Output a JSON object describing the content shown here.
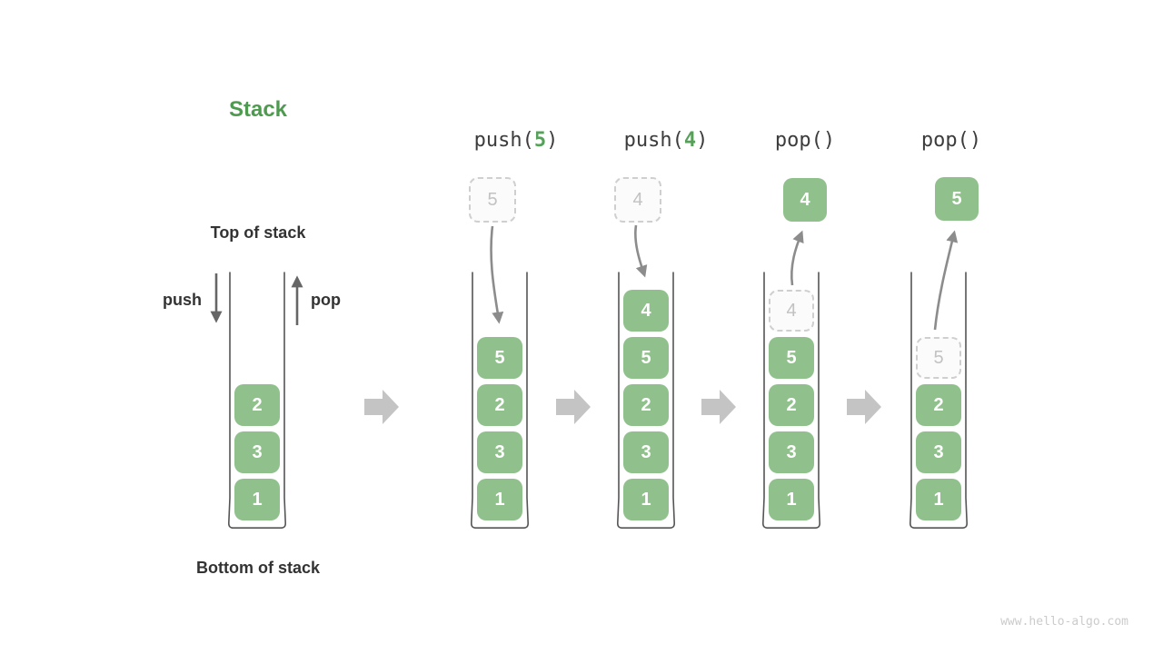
{
  "title": "Stack",
  "labels": {
    "top": "Top of stack",
    "bottom": "Bottom of stack",
    "push": "push",
    "pop": "pop"
  },
  "operations": [
    {
      "prefix": "push(",
      "arg": "5",
      "suffix": ")"
    },
    {
      "prefix": "push(",
      "arg": "4",
      "suffix": ")"
    },
    {
      "prefix": "pop(",
      "arg": "",
      "suffix": ")"
    },
    {
      "prefix": "pop(",
      "arg": "",
      "suffix": ")"
    }
  ],
  "stacks": [
    {
      "blocks": [
        {
          "value": "2"
        },
        {
          "value": "3"
        },
        {
          "value": "1"
        }
      ]
    },
    {
      "incoming": {
        "value": "5"
      },
      "blocks": [
        {
          "value": "5"
        },
        {
          "value": "2"
        },
        {
          "value": "3"
        },
        {
          "value": "1"
        }
      ]
    },
    {
      "incoming": {
        "value": "4"
      },
      "blocks": [
        {
          "value": "4"
        },
        {
          "value": "5"
        },
        {
          "value": "2"
        },
        {
          "value": "3"
        },
        {
          "value": "1"
        }
      ]
    },
    {
      "outgoing": {
        "value": "4"
      },
      "blocks": [
        {
          "value": "4",
          "ghost": true
        },
        {
          "value": "5"
        },
        {
          "value": "2"
        },
        {
          "value": "3"
        },
        {
          "value": "1"
        }
      ]
    },
    {
      "outgoing": {
        "value": "5"
      },
      "blocks": [
        {
          "value": "5",
          "ghost": true
        },
        {
          "value": "2"
        },
        {
          "value": "3"
        },
        {
          "value": "1"
        }
      ]
    }
  ],
  "colors": {
    "block_green": "#90C08C",
    "title_green": "#4E9B50",
    "operation_arg_green": "#57A05A",
    "step_arrow_gray": "#C4C4C4",
    "flow_arrow_gray": "#8C8C8C",
    "ghost_border_gray": "#CFCFCF",
    "text_dark": "#333333"
  },
  "watermark": "www.hello-algo.com"
}
